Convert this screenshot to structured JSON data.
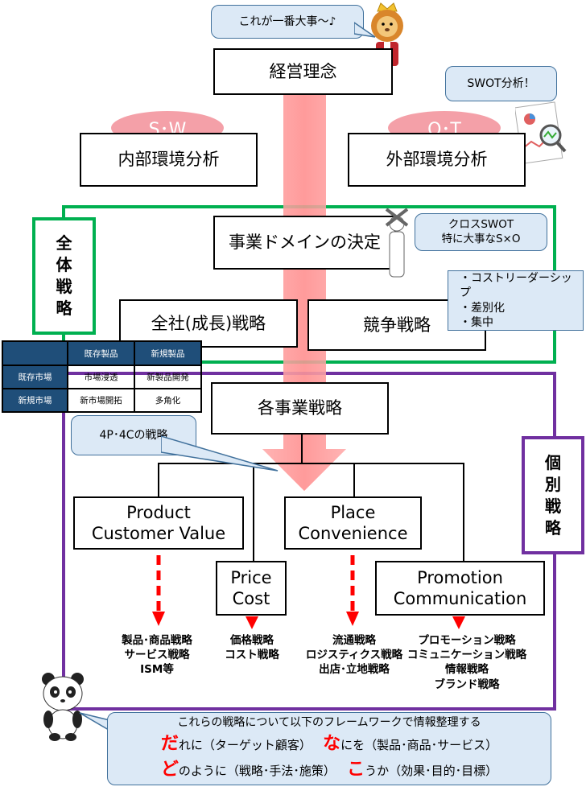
{
  "top_callout": "これが一番大事～♪",
  "philosophy": "経営理念",
  "sw_label": "S･W",
  "ot_label": "O･T",
  "internal": "内部環境分析",
  "external": "外部環境分析",
  "swot_callout": "SWOT分析！",
  "overall_strategy": [
    "全",
    "体",
    "戦",
    "略"
  ],
  "domain": "事業ドメインの決定",
  "cross_swot": {
    "line1": "クロスSWOT",
    "line2": "特に大事なS×O"
  },
  "corporate": "全社(成長)戦略",
  "competitive": "競争戦略",
  "competitive_list": [
    "・コストリーダーシップ",
    "・差別化",
    "・集中"
  ],
  "ansoff": {
    "headers": [
      "",
      "既存製品",
      "新規製品"
    ],
    "rows": [
      [
        "既存市場",
        "市場浸透",
        "新製品開発"
      ],
      [
        "新規市場",
        "新市場開拓",
        "多角化"
      ]
    ]
  },
  "individual_strategy": [
    "個",
    "別",
    "戦",
    "略"
  ],
  "business": "各事業戦略",
  "fourp_callout": "4P･4Cの戦略",
  "product": {
    "l1": "Product",
    "l2": "Customer Value",
    "items": [
      "製品･商品戦略",
      "サービス戦略",
      "ISM等"
    ]
  },
  "price": {
    "l1": "Price",
    "l2": "Cost",
    "items": [
      "価格戦略",
      "コスト戦略"
    ]
  },
  "place": {
    "l1": "Place",
    "l2": "Convenience",
    "items": [
      "流通戦略",
      "ロジスティクス戦略",
      "出店･立地戦略"
    ]
  },
  "promotion": {
    "l1": "Promotion",
    "l2": "Communication",
    "items": [
      "プロモーション戦略",
      "コミュニケーション戦略",
      "情報戦略",
      "ブランド戦略"
    ]
  },
  "bottom": {
    "intro": "これらの戦略について以下のフレームワークで情報整理する",
    "who_key": "だ",
    "who_rest": "れに（ターゲット顧客）",
    "what_key": "な",
    "what_rest": "にを（製品･商品･サービス）",
    "how_key": "ど",
    "how_rest": "のように（戦略･手法･施策）",
    "result_key": "こ",
    "result_rest": "うか（効果･目的･目標）"
  },
  "colors": {
    "green": "#00b050",
    "purple": "#7030a0",
    "pink": "#f4a0a8",
    "arrow": "#ff9999",
    "callout": "#dce9f6",
    "table_header": "#1f4e79",
    "red": "#ff0000"
  }
}
